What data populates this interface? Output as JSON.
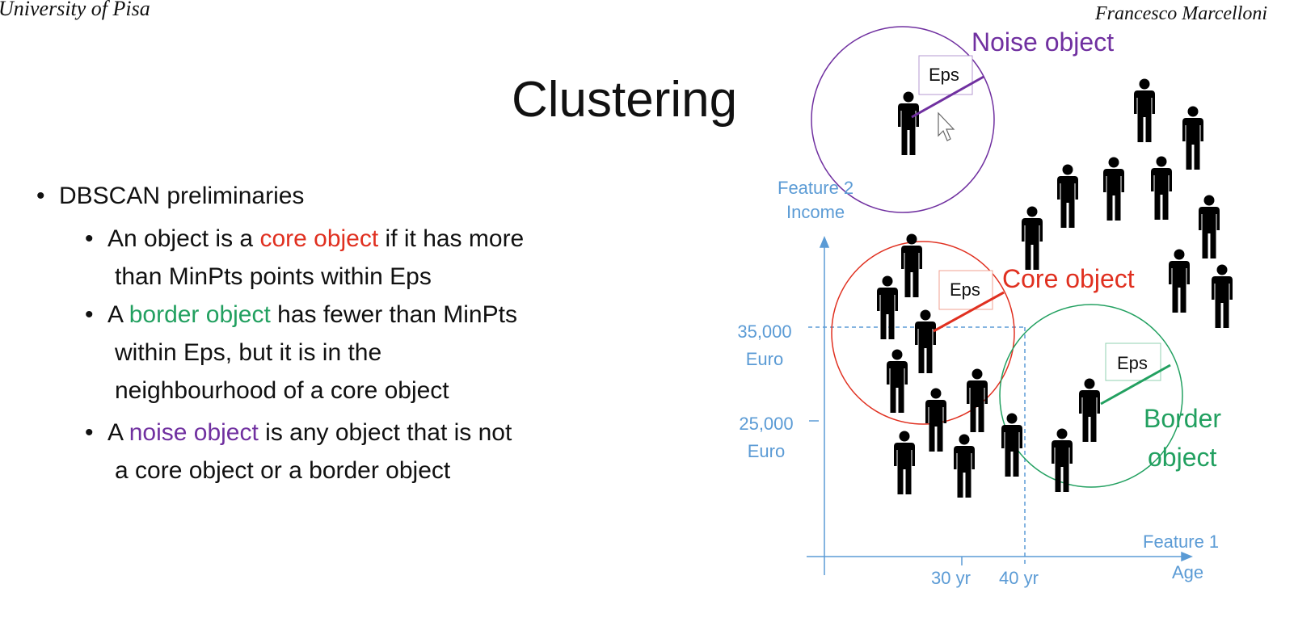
{
  "header": {
    "left": "University of Pisa",
    "right": "Francesco Marcelloni"
  },
  "title": "Clustering",
  "bullets": {
    "main": "DBSCAN preliminaries",
    "items": [
      {
        "pre": "An object is a ",
        "hl": "core object",
        "post": " if it has more",
        "line2": "than MinPts points within Eps"
      },
      {
        "pre": "A ",
        "hl": "border object",
        "post": " has fewer than MinPts",
        "line2": "within Eps, but it is in the",
        "line3": "neighbourhood of a core object"
      },
      {
        "pre": "A ",
        "hl": "noise object",
        "post": " is any object that is not",
        "line2": "a core object or a border object"
      }
    ]
  },
  "diagram": {
    "y_axis": {
      "label1": "Feature 2",
      "label2": "Income",
      "ticks": [
        {
          "value": "35,000",
          "unit": "Euro"
        },
        {
          "value": "25,000",
          "unit": "Euro"
        }
      ]
    },
    "x_axis": {
      "label1": "Feature 1",
      "label2": "Age",
      "ticks": [
        "30 yr",
        "40 yr"
      ]
    },
    "labels": {
      "noise": "Noise object",
      "core": "Core object",
      "border1": "Border",
      "border2": "object",
      "eps": "Eps"
    },
    "colors": {
      "noise": "#7030a0",
      "core": "#e03020",
      "border": "#22a060",
      "axis": "#5b9bd5"
    }
  }
}
